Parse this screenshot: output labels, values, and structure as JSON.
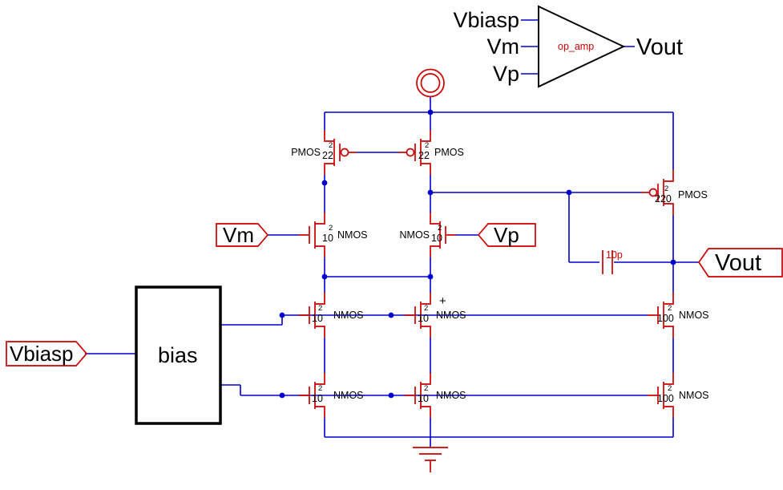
{
  "opamp_block": {
    "name": "op_amp",
    "pin_vbiasp": "Vbiasp",
    "pin_vm": "Vm",
    "pin_vp": "Vp",
    "pin_vout": "Vout"
  },
  "ports": {
    "vbiasp": "Vbiasp",
    "vm": "Vm",
    "vp": "Vp",
    "vout": "Vout"
  },
  "bias": {
    "label": "bias"
  },
  "devices": {
    "pmos_mirror_left": {
      "type": "PMOS",
      "size_top": "2",
      "size_bottom": "22"
    },
    "pmos_mirror_right": {
      "type": "PMOS",
      "size_top": "2",
      "size_bottom": "22"
    },
    "pmos_output": {
      "type": "PMOS",
      "size_top": "2",
      "size_bottom": "220"
    },
    "nmos_input_left": {
      "type": "NMOS",
      "size_top": "2",
      "size_bottom": "10"
    },
    "nmos_input_right": {
      "type": "NMOS",
      "size_top": "2",
      "size_bottom": "10"
    },
    "nmos_mirror1_left": {
      "type": "NMOS",
      "size_top": "2",
      "size_bottom": "10"
    },
    "nmos_mirror1_center": {
      "type": "NMOS",
      "size_top": "2",
      "size_bottom": "10"
    },
    "nmos_mirror1_right": {
      "type": "NMOS",
      "size_top": "2",
      "size_bottom": "100"
    },
    "nmos_mirror2_left": {
      "type": "NMOS",
      "size_top": "2",
      "size_bottom": "10"
    },
    "nmos_mirror2_center": {
      "type": "NMOS",
      "size_top": "2",
      "size_bottom": "10"
    },
    "nmos_mirror2_right": {
      "type": "NMOS",
      "size_top": "2",
      "size_bottom": "100"
    }
  },
  "capacitor": {
    "value": "10p"
  },
  "markers": {
    "plus": "+"
  },
  "colors": {
    "wire": "#0000cd",
    "device": "#cc0000",
    "text": "#000000"
  }
}
